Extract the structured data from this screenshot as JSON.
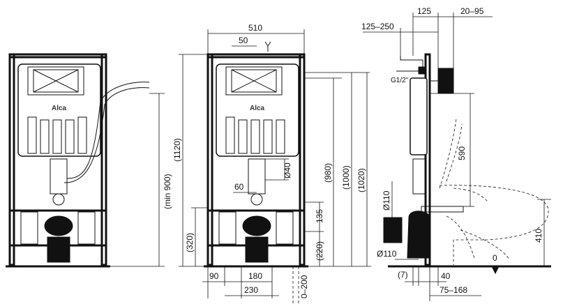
{
  "brand": "Alca",
  "dims": {
    "width_510": "510",
    "w50": "50",
    "d125": "125",
    "d20_95": "20–95",
    "d125_250": "125–250",
    "g12": "G1/2\"",
    "h1120": "(1120)",
    "min900": "(min 900)",
    "d40": "Ø40",
    "d60": "60",
    "h980": "(980)",
    "h1000": "(1000)",
    "h1020": "(1020)",
    "h135": "135",
    "h320": "(320)",
    "h220": "(220)",
    "w90": "90",
    "w180": "180",
    "w230": "230",
    "d0_200": "0–200",
    "h590": "590",
    "d110a": "Ø110",
    "d110b": "Ø110",
    "d7": "(7)",
    "d40b": "40",
    "d75_168": "75–168",
    "h410": "410",
    "zero": "0"
  },
  "colors": {
    "line": "#111111",
    "background": "#ffffff"
  }
}
